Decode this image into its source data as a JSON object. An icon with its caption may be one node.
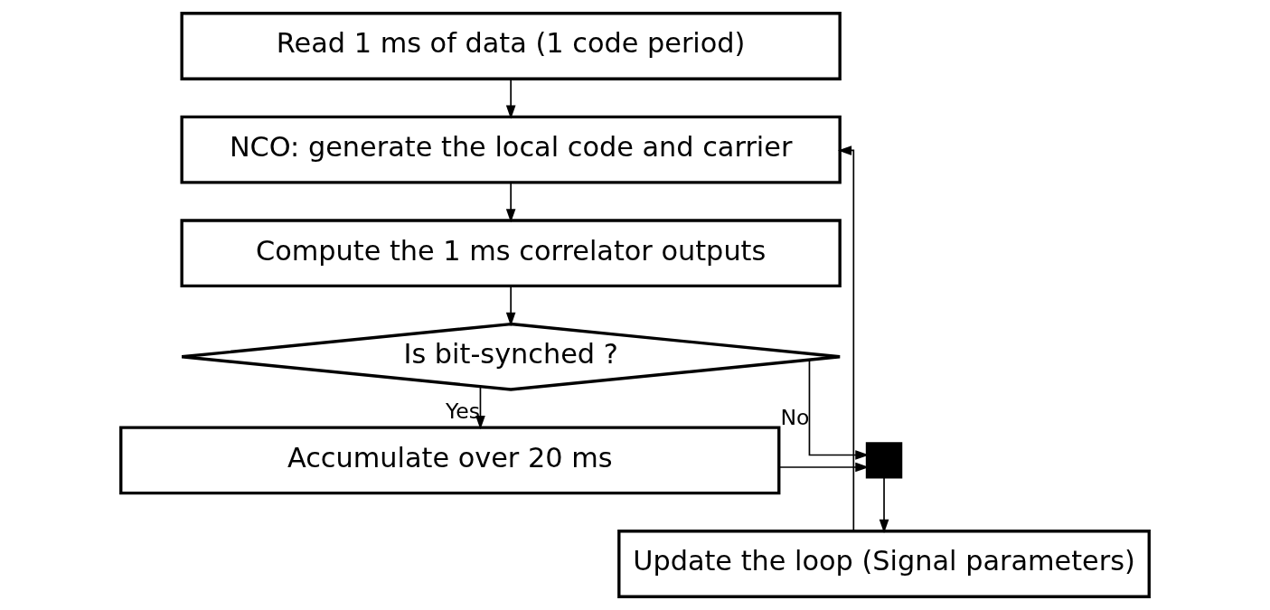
{
  "diagram": {
    "nodes": [
      {
        "text": [
          "Read 1 ms of data (1 code period)"
        ]
      },
      {
        "text": [
          "NCO: generate the local code and carrier"
        ]
      },
      {
        "text": [
          "Compute the 1 ms correlator outputs"
        ]
      },
      {
        "text": [
          "Is bit-synched ?"
        ]
      },
      {
        "text": [
          "Accumulate over 20 ms"
        ]
      },
      {
        "text": [],
        "shape": "box"
      },
      {
        "text": [
          "Update the loop (Signal parameters)"
        ]
      }
    ],
    "edges": [
      {
        "from": 0,
        "to": 1,
        "arrow": "to"
      },
      {
        "from": 1,
        "to": 2,
        "arrow": "to"
      },
      {
        "from": 2,
        "to": 3,
        "arrow": "to"
      },
      {
        "from": 3,
        "to": 4,
        "arrow": "to",
        "label": "Yes"
      },
      {
        "from": 3,
        "to": 5,
        "arrow": "to",
        "label": "No"
      },
      {
        "from": 4,
        "to": 5,
        "arrow": "to"
      },
      {
        "from": 5,
        "to": 6,
        "arrow": "to"
      },
      {
        "from": 6,
        "to": 1,
        "arrow": "to"
      }
    ]
  }
}
